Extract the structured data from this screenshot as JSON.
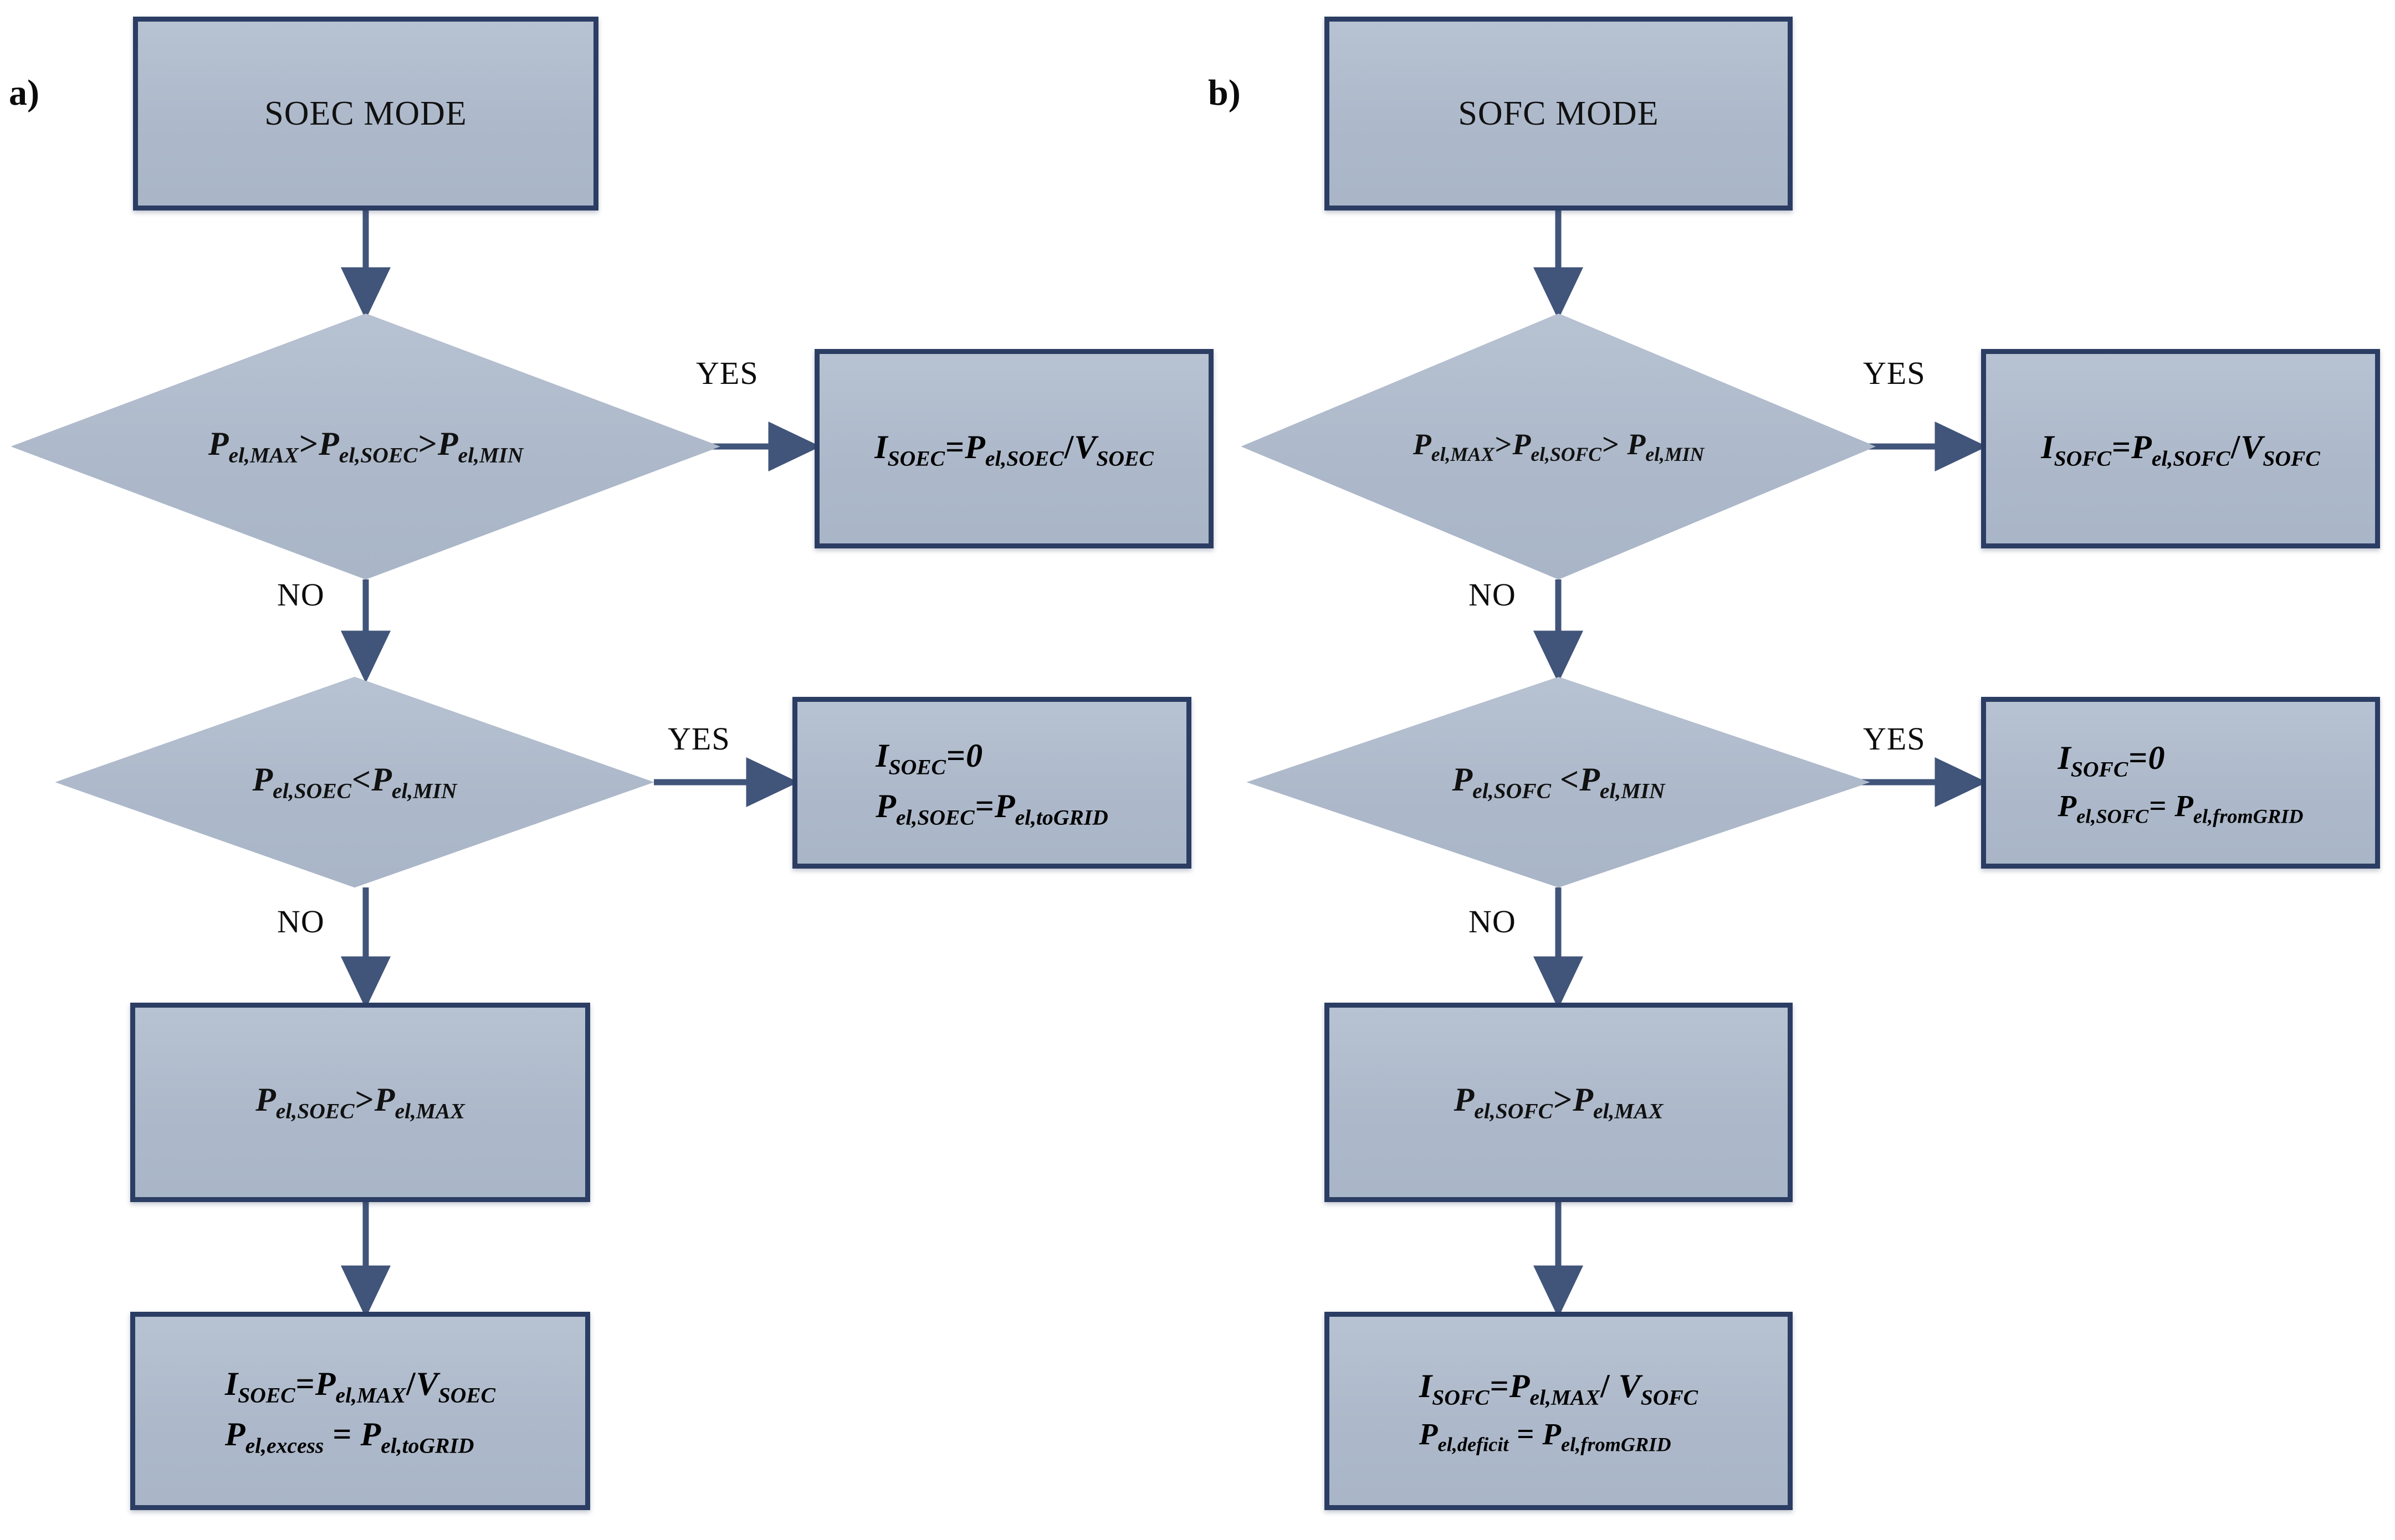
{
  "figure": {
    "type": "flowchart",
    "panels": [
      {
        "id": "a",
        "letter": "a)",
        "title": "SOEC MODE",
        "nodes": [
          {
            "id": "a-start",
            "shape": "process",
            "text": "SOEC MODE"
          },
          {
            "id": "a-dec1",
            "shape": "decision",
            "text": "P el,MAX > P el,SOEC > P el,MIN",
            "parts": [
              {
                "v": "P",
                "sub": "el,MAX"
              },
              {
                "op": ">"
              },
              {
                "v": "P",
                "sub": "el,SOEC"
              },
              {
                "op": ">"
              },
              {
                "v": "P",
                "sub": "el,MIN"
              }
            ]
          },
          {
            "id": "a-out1",
            "shape": "process",
            "lines": [
              [
                {
                  "v": "I",
                  "sub": "SOEC"
                },
                {
                  "op": "="
                },
                {
                  "v": "P",
                  "sub": "el,SOEC"
                },
                {
                  "op": "/"
                },
                {
                  "v": "V",
                  "sub": "SOEC"
                }
              ]
            ]
          },
          {
            "id": "a-dec2",
            "shape": "decision",
            "parts": [
              {
                "v": "P",
                "sub": "el,SOEC"
              },
              {
                "op": "<"
              },
              {
                "v": "P",
                "sub": "el,MIN"
              }
            ]
          },
          {
            "id": "a-out2",
            "shape": "process",
            "lines": [
              [
                {
                  "v": "I",
                  "sub": "SOEC"
                },
                {
                  "op": "="
                },
                {
                  "v": "0"
                }
              ],
              [
                {
                  "v": "P",
                  "sub": "el,SOEC"
                },
                {
                  "op": "="
                },
                {
                  "v": "P",
                  "sub": "el,toGRID"
                }
              ]
            ]
          },
          {
            "id": "a-box3",
            "shape": "process",
            "parts": [
              {
                "v": "P",
                "sub": "el,SOEC"
              },
              {
                "op": ">"
              },
              {
                "v": "P",
                "sub": "el,MAX"
              }
            ]
          },
          {
            "id": "a-out3",
            "shape": "process",
            "lines": [
              [
                {
                  "v": "I",
                  "sub": "SOEC"
                },
                {
                  "op": "="
                },
                {
                  "v": "P",
                  "sub": "el,MAX"
                },
                {
                  "op": "/"
                },
                {
                  "v": "V",
                  "sub": "SOEC"
                }
              ],
              [
                {
                  "v": "P",
                  "sub": "el,excess"
                },
                {
                  "op": "="
                },
                {
                  "v": "P",
                  "sub": "el,toGRID"
                }
              ]
            ]
          }
        ],
        "edges": [
          {
            "from": "a-start",
            "to": "a-dec1",
            "label": ""
          },
          {
            "from": "a-dec1",
            "to": "a-out1",
            "label": "YES"
          },
          {
            "from": "a-dec1",
            "to": "a-dec2",
            "label": "NO"
          },
          {
            "from": "a-dec2",
            "to": "a-out2",
            "label": "YES"
          },
          {
            "from": "a-dec2",
            "to": "a-box3",
            "label": "NO"
          },
          {
            "from": "a-box3",
            "to": "a-out3",
            "label": ""
          }
        ]
      },
      {
        "id": "b",
        "letter": "b)",
        "title": "SOFC MODE",
        "nodes": [
          {
            "id": "b-start",
            "shape": "process",
            "text": "SOFC MODE"
          },
          {
            "id": "b-dec1",
            "shape": "decision",
            "parts": [
              {
                "v": "P",
                "sub": "el,MAX"
              },
              {
                "op": ">"
              },
              {
                "v": "P",
                "sub": "el,SOFC"
              },
              {
                "op": ">"
              },
              {
                "v": "P",
                "sub": "el,MIN"
              }
            ]
          },
          {
            "id": "b-out1",
            "shape": "process",
            "lines": [
              [
                {
                  "v": "I",
                  "sub": "SOFC"
                },
                {
                  "op": "="
                },
                {
                  "v": "P",
                  "sub": "el,SOFC"
                },
                {
                  "op": "/"
                },
                {
                  "v": "V",
                  "sub": "SOFC"
                }
              ]
            ]
          },
          {
            "id": "b-dec2",
            "shape": "decision",
            "parts": [
              {
                "v": "P",
                "sub": "el,SOFC"
              },
              {
                "op": "<"
              },
              {
                "v": "P",
                "sub": "el,MIN"
              }
            ]
          },
          {
            "id": "b-out2",
            "shape": "process",
            "lines": [
              [
                {
                  "v": "I",
                  "sub": "SOFC"
                },
                {
                  "op": "="
                },
                {
                  "v": "0"
                }
              ],
              [
                {
                  "v": "P",
                  "sub": "el,SOFC"
                },
                {
                  "op": "="
                },
                {
                  "v": "P",
                  "sub": "el,fromGRID"
                }
              ]
            ]
          },
          {
            "id": "b-box3",
            "shape": "process",
            "parts": [
              {
                "v": "P",
                "sub": "el,SOFC"
              },
              {
                "op": ">"
              },
              {
                "v": "P",
                "sub": "el,MAX"
              }
            ]
          },
          {
            "id": "b-out3",
            "shape": "process",
            "lines": [
              [
                {
                  "v": "I",
                  "sub": "SOFC"
                },
                {
                  "op": "="
                },
                {
                  "v": "P",
                  "sub": "el,MAX"
                },
                {
                  "op": "/"
                },
                {
                  "v": "V",
                  "sub": "SOFC"
                }
              ],
              [
                {
                  "v": "P",
                  "sub": "el,deficit"
                },
                {
                  "op": "="
                },
                {
                  "v": "P",
                  "sub": "el,fromGRID"
                }
              ]
            ]
          }
        ],
        "edges": [
          {
            "from": "b-start",
            "to": "b-dec1",
            "label": ""
          },
          {
            "from": "b-dec1",
            "to": "b-out1",
            "label": "YES"
          },
          {
            "from": "b-dec1",
            "to": "b-dec2",
            "label": "NO"
          },
          {
            "from": "b-dec2",
            "to": "b-out2",
            "label": "YES"
          },
          {
            "from": "b-dec2",
            "to": "b-box3",
            "label": "NO"
          },
          {
            "from": "b-box3",
            "to": "b-out3",
            "label": ""
          }
        ]
      }
    ]
  },
  "labels": {
    "panel_a_letter": "a)",
    "panel_b_letter": "b)",
    "a_title": "SOEC MODE",
    "b_title": "SOFC MODE",
    "yes": "YES",
    "no": "NO",
    "a_yes_1": "YES",
    "a_no_1": "NO",
    "a_yes_2": "YES",
    "a_no_2": "NO",
    "b_yes_1": "YES",
    "b_no_1": "NO",
    "b_yes_2": "YES",
    "b_no_2": "NO"
  },
  "colors": {
    "shape_fill": "#b0bccd",
    "shape_fill_light": "#b7c2d2",
    "shape_border": "#2b3d63",
    "connector": "#41547a",
    "text": "#111111",
    "background": "#ffffff"
  }
}
